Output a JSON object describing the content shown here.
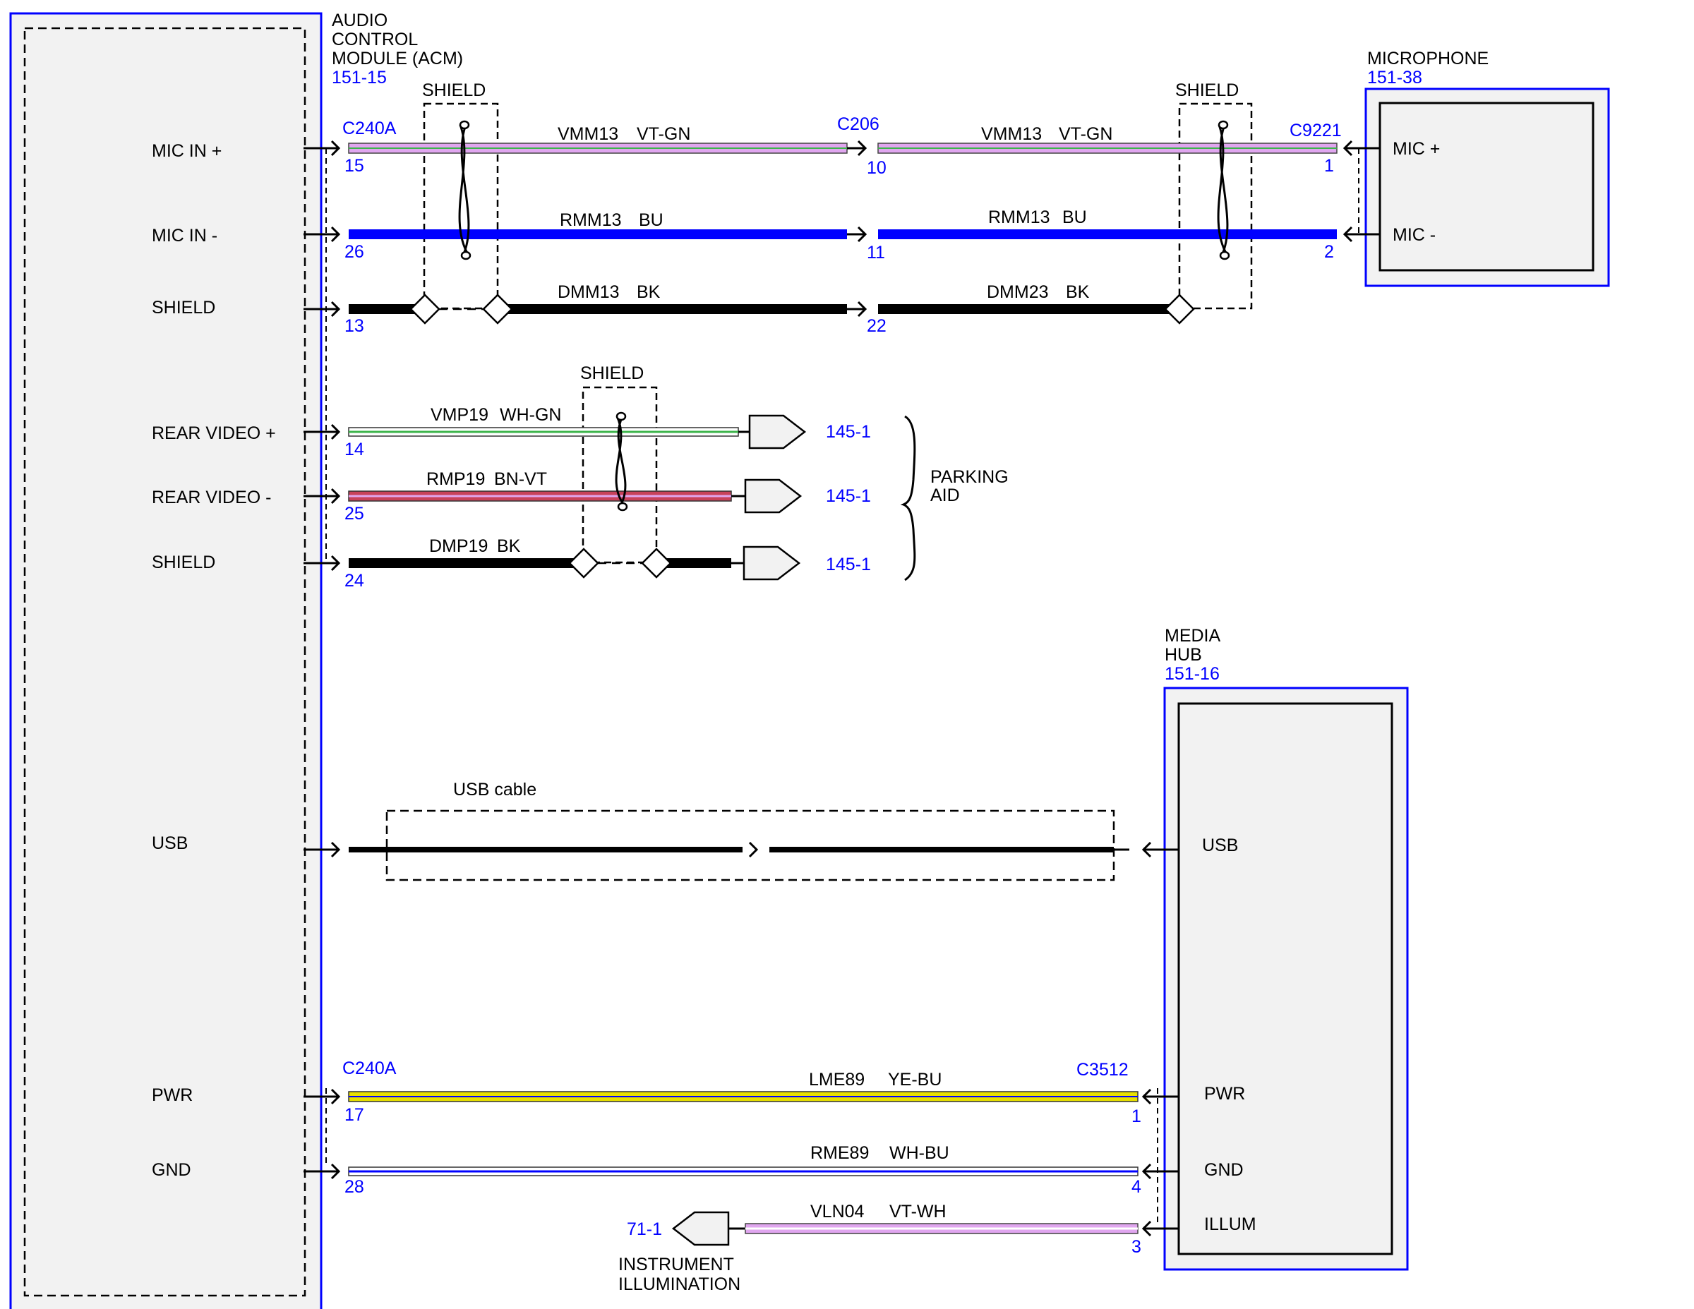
{
  "colors": {
    "connector_blue": "#0000ff",
    "wire_violet": "#e0a6ef",
    "wire_green": "#3cb44b",
    "wire_blue": "#0000ff",
    "wire_black": "#000000",
    "wire_brown": "#c8415a",
    "wire_yellow": "#e8e000",
    "module_fill": "#f2f2f2"
  },
  "acm": {
    "name_lines": [
      "AUDIO",
      "CONTROL",
      "MODULE (ACM)"
    ],
    "ref": "151-15",
    "pins": {
      "mic_in_pos": "MIC IN +",
      "mic_in_neg": "MIC IN -",
      "shield": "SHIELD",
      "rear_video_pos": "REAR VIDEO +",
      "rear_video_neg": "REAR VIDEO -",
      "shield2": "SHIELD",
      "usb": "USB",
      "pwr": "PWR",
      "gnd": "GND"
    }
  },
  "microphone": {
    "name": "MICROPHONE",
    "ref": "151-38",
    "pins": {
      "mic_pos": "MIC +",
      "mic_neg": "MIC -"
    }
  },
  "media_hub": {
    "name_lines": [
      "MEDIA",
      "HUB"
    ],
    "ref": "151-16",
    "pins": {
      "usb": "USB",
      "pwr": "PWR",
      "gnd": "GND",
      "illum": "ILLUM"
    }
  },
  "connectors": {
    "acm_top": "C240A",
    "inline": "C206",
    "mic": "C9221",
    "acm_bottom": "C240A",
    "hub": "C3512"
  },
  "shield_labels": {
    "left": "SHIELD",
    "right": "SHIELD",
    "video": "SHIELD"
  },
  "mic_circuits": [
    {
      "pin_left": "15",
      "pin_mid": "10",
      "pin_right": "1",
      "left_code": "VMM13",
      "left_color": "VT-GN",
      "right_code": "VMM13",
      "right_color": "VT-GN"
    },
    {
      "pin_left": "26",
      "pin_mid": "11",
      "pin_right": "2",
      "left_code": "RMM13",
      "left_color": "BU",
      "right_code": "RMM13",
      "right_color": "BU"
    },
    {
      "pin_left": "13",
      "pin_mid": "22",
      "left_code": "DMM13",
      "left_color": "BK",
      "right_code": "DMM23",
      "right_color": "BK"
    }
  ],
  "video_circuits": [
    {
      "pin": "14",
      "code": "VMP19",
      "color": "WH-GN",
      "ref": "145-1"
    },
    {
      "pin": "25",
      "code": "RMP19",
      "color": "BN-VT",
      "ref": "145-1"
    },
    {
      "pin": "24",
      "code": "DMP19",
      "color": "BK",
      "ref": "145-1"
    }
  ],
  "parking_aid_lines": [
    "PARKING",
    "AID"
  ],
  "usb_cable_label": "USB cable",
  "power_circuits": [
    {
      "pin_left": "17",
      "pin_right": "1",
      "code": "LME89",
      "color": "YE-BU"
    },
    {
      "pin_left": "28",
      "pin_right": "4",
      "code": "RME89",
      "color": "WH-BU"
    },
    {
      "pin_right": "3",
      "code": "VLN04",
      "color": "VT-WH"
    }
  ],
  "illumination": {
    "ref": "71-1",
    "lines": [
      "INSTRUMENT",
      "ILLUMINATION"
    ]
  }
}
